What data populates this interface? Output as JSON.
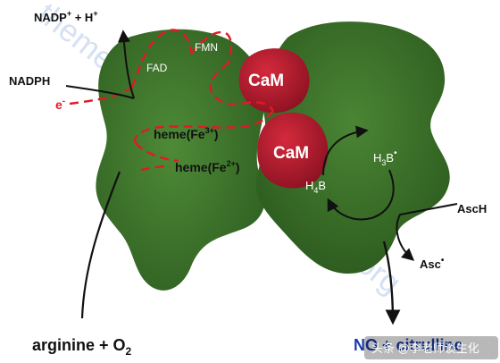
{
  "labels": {
    "nadp_plus": "NADP",
    "nadp_sup": "+",
    "nadp_tail": " + H",
    "h_sup": "+",
    "nadph": "NADPH",
    "electron": "e",
    "electron_sup": "-",
    "fad": "FAD",
    "fmn": "FMN",
    "cam_top": "CaM",
    "cam_bottom": "CaM",
    "heme3_pre": "heme(Fe",
    "heme3_sup": "3+",
    "heme3_post": ")",
    "heme2_pre": "heme(Fe",
    "heme2_sup": "2+",
    "heme2_post": ")",
    "h3b_main": "H",
    "h3b_sub": "3",
    "h3b_tail": "B",
    "h3b_dot": "•",
    "h4b_main": "H",
    "h4b_sub": "4",
    "h4b_tail": "B",
    "asch": "AscH",
    "asc": "Asc",
    "asc_dot": "•",
    "arginine": "arginine + O",
    "arginine_sub": "2",
    "no_main": "NO + citrulline",
    "watermark": "themedicalbiochemistrypage.org",
    "credit": "头条 @李老师谈生化"
  },
  "colors": {
    "protein_green": "#3f7a2c",
    "protein_dark": "#2d5a1f",
    "cam_red": "#b0172b",
    "cam_dark": "#7a0f1e",
    "dashed_red": "#e01b24",
    "watermark": "#c9d6ef",
    "no_blue": "#1b3ca8"
  }
}
